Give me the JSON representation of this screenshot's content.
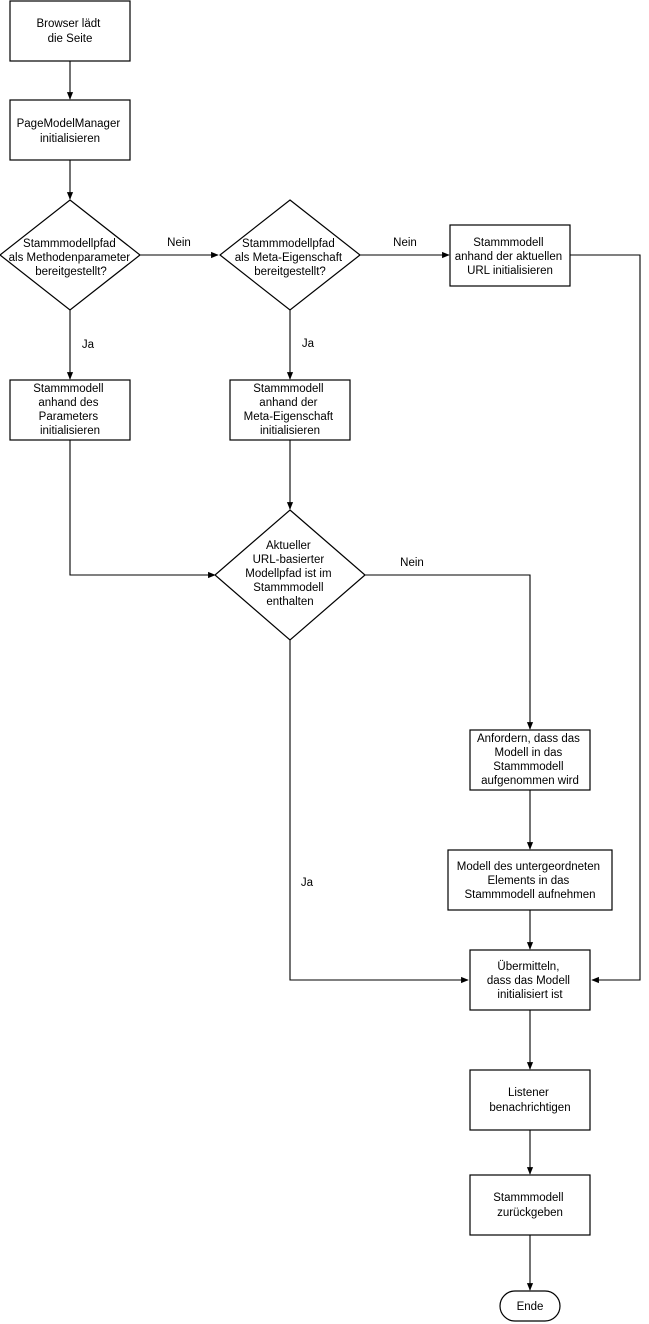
{
  "nodes": {
    "browser": [
      "Browser lädt",
      "die Seite"
    ],
    "pmm_init": [
      "PageModelManager",
      "initialisieren"
    ],
    "q_method": [
      "Stammmodellpfad",
      "als Methodenparameter",
      "bereitgestellt?"
    ],
    "q_meta": [
      "Stammmodellpfad",
      "als Meta-Eigenschaft",
      "bereitgestellt?"
    ],
    "init_url": [
      "Stammmodell",
      "anhand der aktuellen",
      "URL initialisieren"
    ],
    "init_params": [
      "Stammmodell",
      "anhand des",
      "Parameters",
      "initialisieren"
    ],
    "init_meta": [
      "Stammmodell",
      "anhand der",
      "Meta-Eigenschaft",
      "initialisieren"
    ],
    "q_contained": [
      "Aktueller",
      "URL-basierter",
      "Modellpfad ist im",
      "Stammmodell",
      "enthalten"
    ],
    "request": [
      "Anfordern, dass das",
      "Modell in das",
      "Stammmodell",
      "aufgenommen wird"
    ],
    "include_child": [
      "Modell des untergeordneten",
      "Elements in das",
      "Stammmodell aufnehmen"
    ],
    "notify_init": [
      "Übermitteln,",
      "dass das Modell",
      "initialisiert ist"
    ],
    "notify_listener": [
      "Listener",
      "benachrichtigen"
    ],
    "return_root": [
      "Stammmodell",
      "zurückgeben"
    ],
    "end": [
      "Ende"
    ]
  },
  "edge_labels": {
    "method_no": "Nein",
    "method_yes": "Ja",
    "meta_no": "Nein",
    "meta_yes": "Ja",
    "contained_no": "Nein",
    "contained_yes": "Ja"
  }
}
